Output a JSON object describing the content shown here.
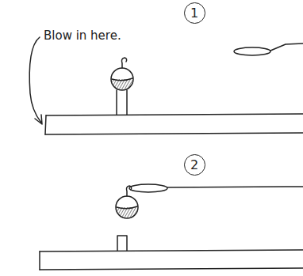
{
  "diagram": {
    "nodes": [
      {
        "text": [
          "1"
        ]
      },
      {
        "text": [
          "2"
        ]
      }
    ],
    "labels": [
      "Blow in here."
    ]
  }
}
